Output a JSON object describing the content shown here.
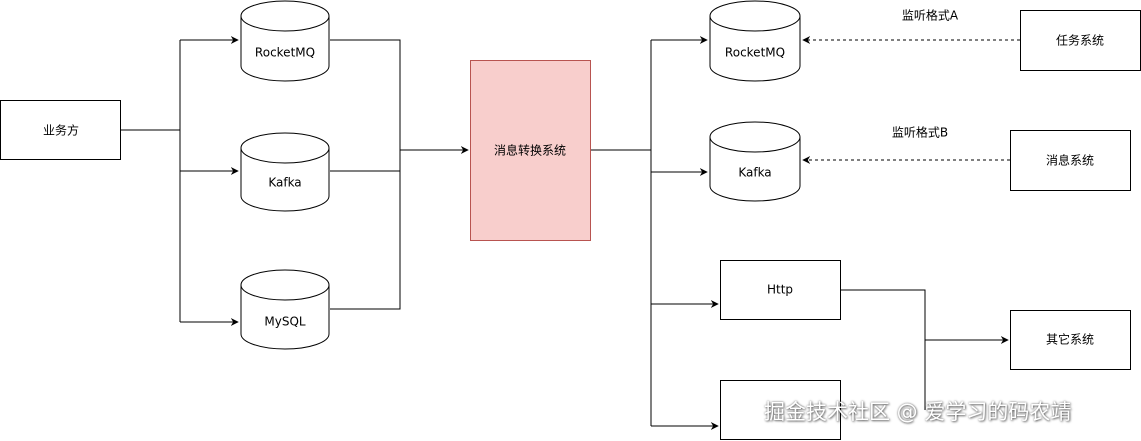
{
  "nodes": {
    "business": "业务方",
    "rocketmq_in": "RocketMQ",
    "kafka_in": "Kafka",
    "mysql_in": "MySQL",
    "converter": "消息转换系统",
    "rocketmq_out": "RocketMQ",
    "kafka_out": "Kafka",
    "http": "Http",
    "empty_box": "",
    "task_system": "任务系统",
    "message_system": "消息系统",
    "other_system": "其它系统"
  },
  "edges": {
    "listen_a": "监听格式A",
    "listen_b": "监听格式B"
  },
  "colors": {
    "converter_fill": "#f8cecc",
    "converter_stroke": "#b85450",
    "stroke": "#000000"
  },
  "watermark": "掘金技术社区 @ 爱学习的码农靖"
}
